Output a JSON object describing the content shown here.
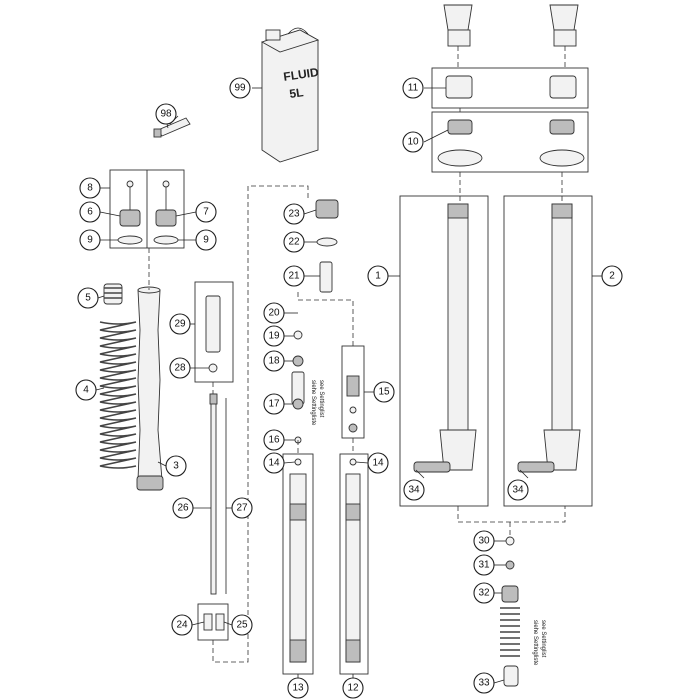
{
  "diagram": {
    "can_label_line1": "FLUID",
    "can_label_line2": "5L",
    "setting_note_a1": "siehe Settingliste",
    "setting_note_a2": "see Settinglist",
    "setting_note_b1": "siehe Settingliste",
    "setting_note_b2": "see Settinglist",
    "callouts": [
      "99",
      "98",
      "11",
      "10",
      "8",
      "6",
      "7",
      "9",
      "9b",
      "5",
      "4",
      "3",
      "1",
      "2",
      "23",
      "22",
      "21",
      "20",
      "19",
      "18",
      "17",
      "16",
      "15",
      "14",
      "14b",
      "29",
      "28",
      "26",
      "27",
      "24",
      "25",
      "13",
      "12",
      "34",
      "34b",
      "30",
      "31",
      "32",
      "33"
    ],
    "labels": {
      "c99": "99",
      "c98": "98",
      "c11": "11",
      "c10": "10",
      "c8": "8",
      "c6": "6",
      "c7": "7",
      "c9": "9",
      "c9b": "9",
      "c5": "5",
      "c4": "4",
      "c3": "3",
      "c1": "1",
      "c2": "2",
      "c23": "23",
      "c22": "22",
      "c21": "21",
      "c20": "20",
      "c19": "19",
      "c18": "18",
      "c17": "17",
      "c16": "16",
      "c15": "15",
      "c14": "14",
      "c14b": "14",
      "c29": "29",
      "c28": "28",
      "c26": "26",
      "c27": "27",
      "c24": "24",
      "c25": "25",
      "c13": "13",
      "c12": "12",
      "c34": "34",
      "c34b": "34",
      "c30": "30",
      "c31": "31",
      "c32": "32",
      "c33": "33"
    }
  }
}
